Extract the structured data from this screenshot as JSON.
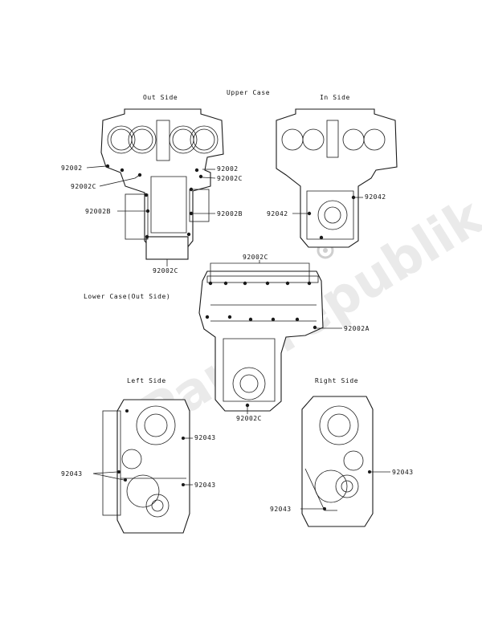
{
  "headers": {
    "upper_case": "Upper Case",
    "out_side": "Out Side",
    "in_side": "In Side",
    "lower_case": "Lower Case(Out Side)",
    "left_side": "Left Side",
    "right_side": "Right Side"
  },
  "labels": {
    "p1": "92002",
    "p2": "92002C",
    "p3": "92002B",
    "p4": "92002",
    "p5": "92002C",
    "p6": "92002B",
    "p7": "92002C",
    "p8": "92042",
    "p9": "92042",
    "p10": "92002C",
    "p11": "92002A",
    "p12": "92002C",
    "p13": "92043",
    "p14": "92043",
    "p15": "92043",
    "p16": "92043",
    "p17": "92043"
  },
  "watermark": {
    "text": "Partsrepublik"
  }
}
